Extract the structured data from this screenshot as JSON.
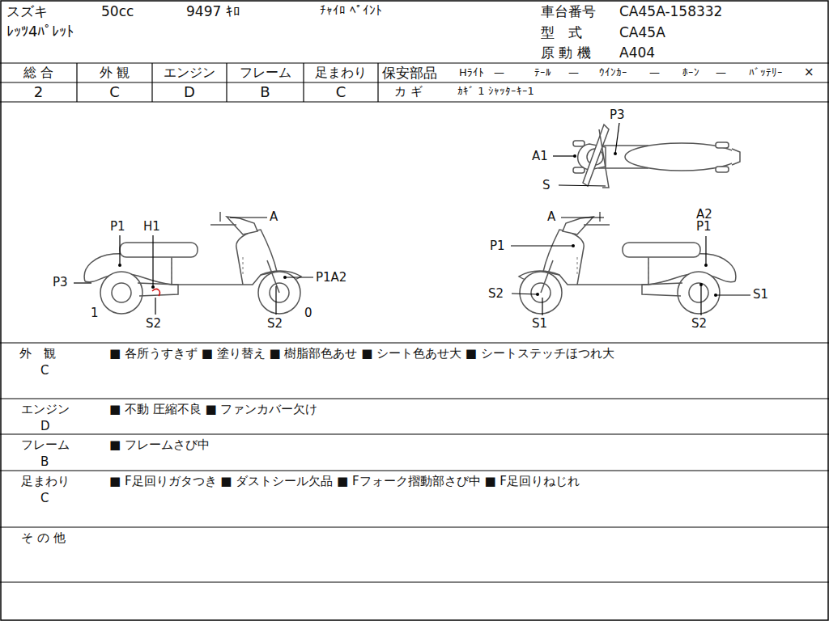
{
  "diagram": {
    "labels": [
      "スズキ",
      "50cc",
      "9497 ｷﾛ",
      "ﾁｬｲﾛ ﾍﾟｲﾝﾄ",
      "車台番号",
      "CA45A-158332",
      "ﾚｯﾂ4ﾊﾟﾚｯﾄ",
      "型　式",
      "CA45A",
      "原 動 機",
      "A404",
      "総 合",
      "外 観",
      "エンジン",
      "フレーム",
      "足まわり",
      "2",
      "C",
      "D",
      "B",
      "C",
      "保安部品",
      "Hﾗｲﾄ",
      "—",
      "ﾃｰﾙ",
      "—",
      "ｳｲﾝｶｰ",
      "—",
      "ﾎｰﾝ",
      "—",
      "ﾊﾞｯﾃﾘｰ",
      "×",
      "カ ギ",
      "ｶｷﾞ 1 ｼｬｯﾀｰｷｰ1",
      "P3",
      "A1",
      "S",
      "P1",
      "H1",
      "A",
      "P3",
      "P1A2",
      "1",
      "S2",
      "S2",
      "0",
      "A",
      "A2",
      "P1",
      "P1",
      "S2",
      "S1",
      "S1",
      "S2",
      "外　観",
      "C",
      "■ 各所うすきず ■ 塗り替え ■ 樹脂部色あせ ■ シート色あせ大 ■ シートステッチほつれ大",
      "エンジン",
      "D",
      "■ 不動 圧縮不良 ■ ファンカバー欠け",
      "フレーム",
      "B",
      "■ フレームさび中",
      "足まわり",
      "C",
      "■ F足回りガタつき ■ ダストシール欠品 ■ Fフォーク摺動部さび中 ■ F足回りねじれ",
      "そ の 他"
    ]
  }
}
